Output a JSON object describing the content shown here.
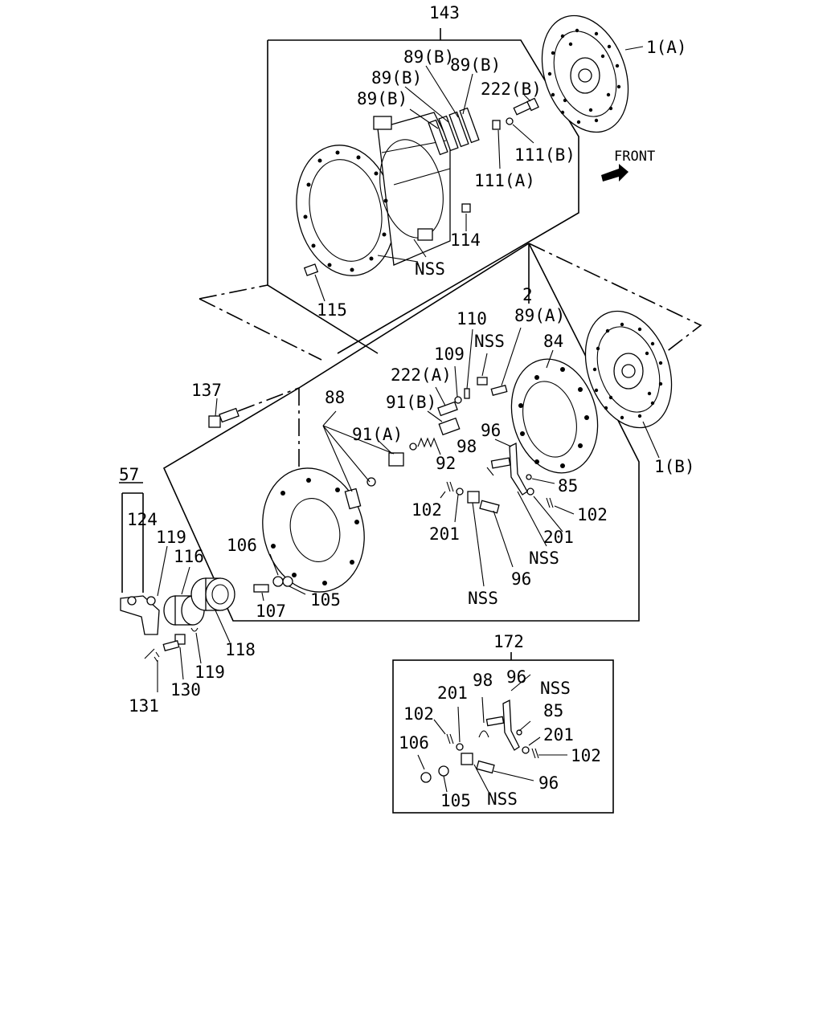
{
  "labels": {
    "l143": "143",
    "l1a": "1(A)",
    "l89b_1": "89(B)",
    "l89b_2": "89(B)",
    "l89b_3": "89(B)",
    "l89b_4": "89(B)",
    "l222b": "222(B)",
    "l111b": "111(B)",
    "l111a": "111(A)",
    "l114": "114",
    "lnss_top": "NSS",
    "l115": "115",
    "l2": "2",
    "l110": "110",
    "l89a": "89(A)",
    "lnss_mid1": "NSS",
    "l84": "84",
    "l109": "109",
    "l222a": "222(A)",
    "l137": "137",
    "l88": "88",
    "l91b": "91(B)",
    "l91a": "91(A)",
    "l96_1": "96",
    "l98_1": "98",
    "l92": "92",
    "l85_1": "85",
    "l57": "57",
    "l124": "124",
    "l102_1": "102",
    "l102_2": "102",
    "l201_1": "201",
    "l201_2": "201",
    "l119_1": "119",
    "l116": "116",
    "l106_1": "106",
    "lnss_mid2": "NSS",
    "l96_2": "96",
    "l105_1": "105",
    "l107": "107",
    "lnss_mid3": "NSS",
    "l118": "118",
    "l119_2": "119",
    "l130": "130",
    "l131": "131",
    "l172": "172",
    "l96_3": "96",
    "l98_2": "98",
    "lnss_box1": "NSS",
    "l201_3": "201",
    "l85_2": "85",
    "l102_3": "102",
    "l201_4": "201",
    "l106_2": "106",
    "l102_4": "102",
    "l96_4": "96",
    "l105_2": "105",
    "lnss_box2": "NSS",
    "l1b": "1(B)"
  },
  "front_label": "FRONT",
  "icons": {
    "front_arrow": "arrow-right-icon"
  },
  "colors": {
    "line": "#000000",
    "background": "#ffffff"
  }
}
